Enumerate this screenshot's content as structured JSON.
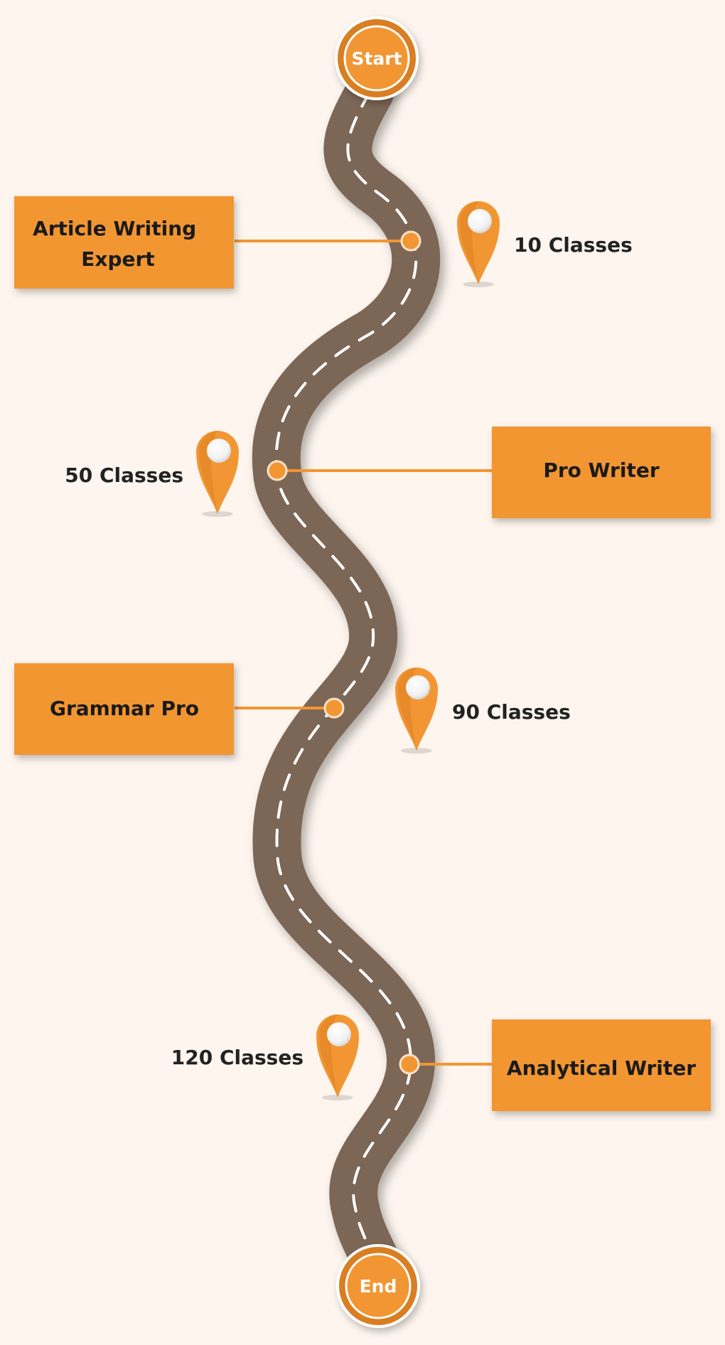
{
  "start_label": "Start",
  "end_label": "End",
  "milestones": [
    {
      "title_lines": [
        "Article Writing",
        "Expert"
      ],
      "classes": "10 Classes"
    },
    {
      "title_lines": [
        "Pro Writer"
      ],
      "classes": "50 Classes"
    },
    {
      "title_lines": [
        "Grammar Pro"
      ],
      "classes": "90 Classes"
    },
    {
      "title_lines": [
        "Analytical Writer"
      ],
      "classes": "120 Classes"
    }
  ],
  "colors": {
    "background": "#fdf5ee",
    "accent": "#f29633",
    "accent_dark": "#d97e22",
    "road": "#7b6657",
    "road_dash": "#ffffff",
    "text": "#1a1a1a"
  },
  "icons": {
    "pin": "location-pin-icon"
  }
}
